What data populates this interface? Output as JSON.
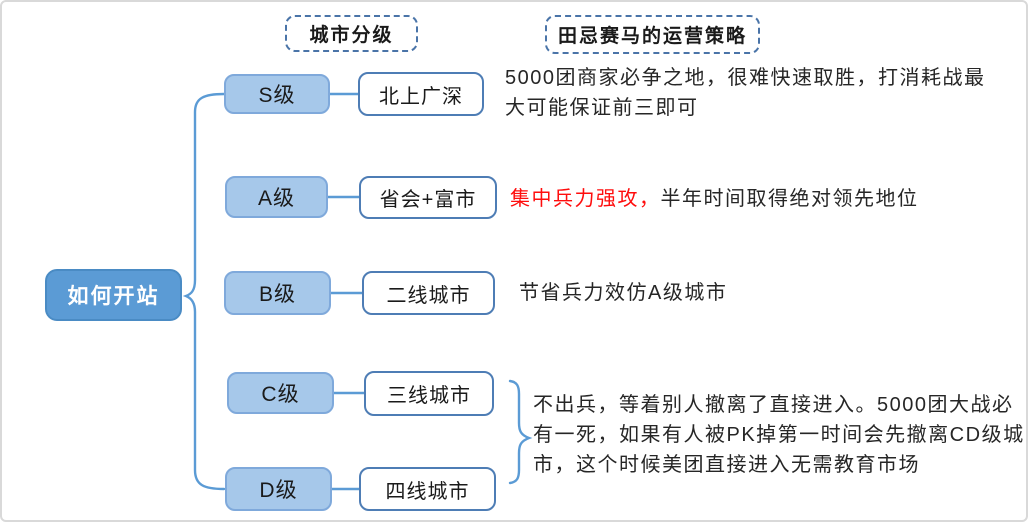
{
  "headers": [
    {
      "label": "城市分级"
    },
    {
      "label": "田忌赛马的运营策略"
    }
  ],
  "root": {
    "label": "如何开站"
  },
  "tiers": [
    {
      "level": "S级",
      "city": "北上广深",
      "desc_lines": [
        "5000团商家必争之地，很难快速取胜，打消耗战最",
        "大可能保证前三即可"
      ]
    },
    {
      "level": "A级",
      "city": "省会+富市",
      "desc_red": "集中兵力强攻，",
      "desc_rest": "半年时间取得绝对领先地位"
    },
    {
      "level": "B级",
      "city": "二线城市",
      "desc": "节省兵力效仿A级城市"
    },
    {
      "level": "C级",
      "city": "三线城市"
    },
    {
      "level": "D级",
      "city": "四线城市"
    }
  ],
  "cd_summary": {
    "lines": [
      "不出兵，等着别人撤离了直接进入。5000团大战必",
      "有一死，如果有人被PK掉第一时间会先撤离CD级城",
      "市，这个时候美团直接进入无需教育市场"
    ]
  },
  "colors": {
    "accent_blue": "#5b9bd5",
    "tier_fill": "#a6c8ea",
    "tier_border": "#7fa9db",
    "city_border": "#4e7db5",
    "root_fill": "#5b9bd5",
    "dashed_border": "#4a74a8",
    "red_text": "#ff0d0d",
    "body_text": "#262626"
  }
}
